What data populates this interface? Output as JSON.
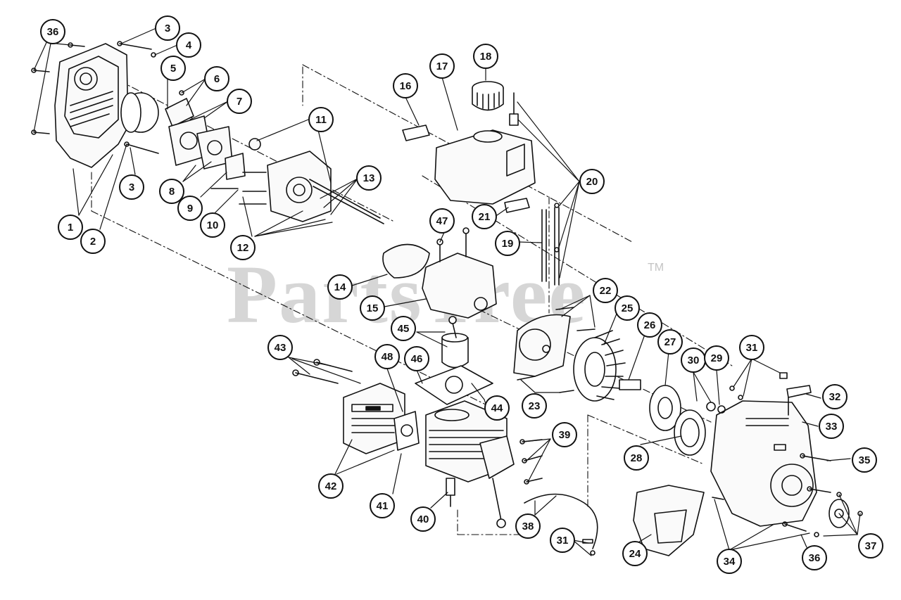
{
  "watermark": {
    "text": "PartsTree",
    "tm": "TM"
  },
  "callouts": [
    {
      "id": "c36a",
      "label": "36"
    },
    {
      "id": "c3a",
      "label": "3"
    },
    {
      "id": "c4",
      "label": "4"
    },
    {
      "id": "c5",
      "label": "5"
    },
    {
      "id": "c6",
      "label": "6"
    },
    {
      "id": "c7",
      "label": "7"
    },
    {
      "id": "c18",
      "label": "18"
    },
    {
      "id": "c17",
      "label": "17"
    },
    {
      "id": "c16",
      "label": "16"
    },
    {
      "id": "c11",
      "label": "11"
    },
    {
      "id": "c13",
      "label": "13"
    },
    {
      "id": "c20",
      "label": "20"
    },
    {
      "id": "c3b",
      "label": "3"
    },
    {
      "id": "c8",
      "label": "8"
    },
    {
      "id": "c9",
      "label": "9"
    },
    {
      "id": "c10",
      "label": "10"
    },
    {
      "id": "c1",
      "label": "1"
    },
    {
      "id": "c2",
      "label": "2"
    },
    {
      "id": "c12",
      "label": "12"
    },
    {
      "id": "c21",
      "label": "21"
    },
    {
      "id": "c47",
      "label": "47"
    },
    {
      "id": "c19",
      "label": "19"
    },
    {
      "id": "c14",
      "label": "14"
    },
    {
      "id": "c15",
      "label": "15"
    },
    {
      "id": "c22",
      "label": "22"
    },
    {
      "id": "c25",
      "label": "25"
    },
    {
      "id": "c45",
      "label": "45"
    },
    {
      "id": "c26",
      "label": "26"
    },
    {
      "id": "c27",
      "label": "27"
    },
    {
      "id": "c43",
      "label": "43"
    },
    {
      "id": "c48",
      "label": "48"
    },
    {
      "id": "c46",
      "label": "46"
    },
    {
      "id": "c31a",
      "label": "31"
    },
    {
      "id": "c30",
      "label": "30"
    },
    {
      "id": "c29",
      "label": "29"
    },
    {
      "id": "c23",
      "label": "23"
    },
    {
      "id": "c44",
      "label": "44"
    },
    {
      "id": "c32",
      "label": "32"
    },
    {
      "id": "c33",
      "label": "33"
    },
    {
      "id": "c39",
      "label": "39"
    },
    {
      "id": "c28",
      "label": "28"
    },
    {
      "id": "c35",
      "label": "35"
    },
    {
      "id": "c42",
      "label": "42"
    },
    {
      "id": "c41",
      "label": "41"
    },
    {
      "id": "c40",
      "label": "40"
    },
    {
      "id": "c38",
      "label": "38"
    },
    {
      "id": "c31b",
      "label": "31"
    },
    {
      "id": "c24",
      "label": "24"
    },
    {
      "id": "c34",
      "label": "34"
    },
    {
      "id": "c36b",
      "label": "36"
    },
    {
      "id": "c37",
      "label": "37"
    }
  ]
}
